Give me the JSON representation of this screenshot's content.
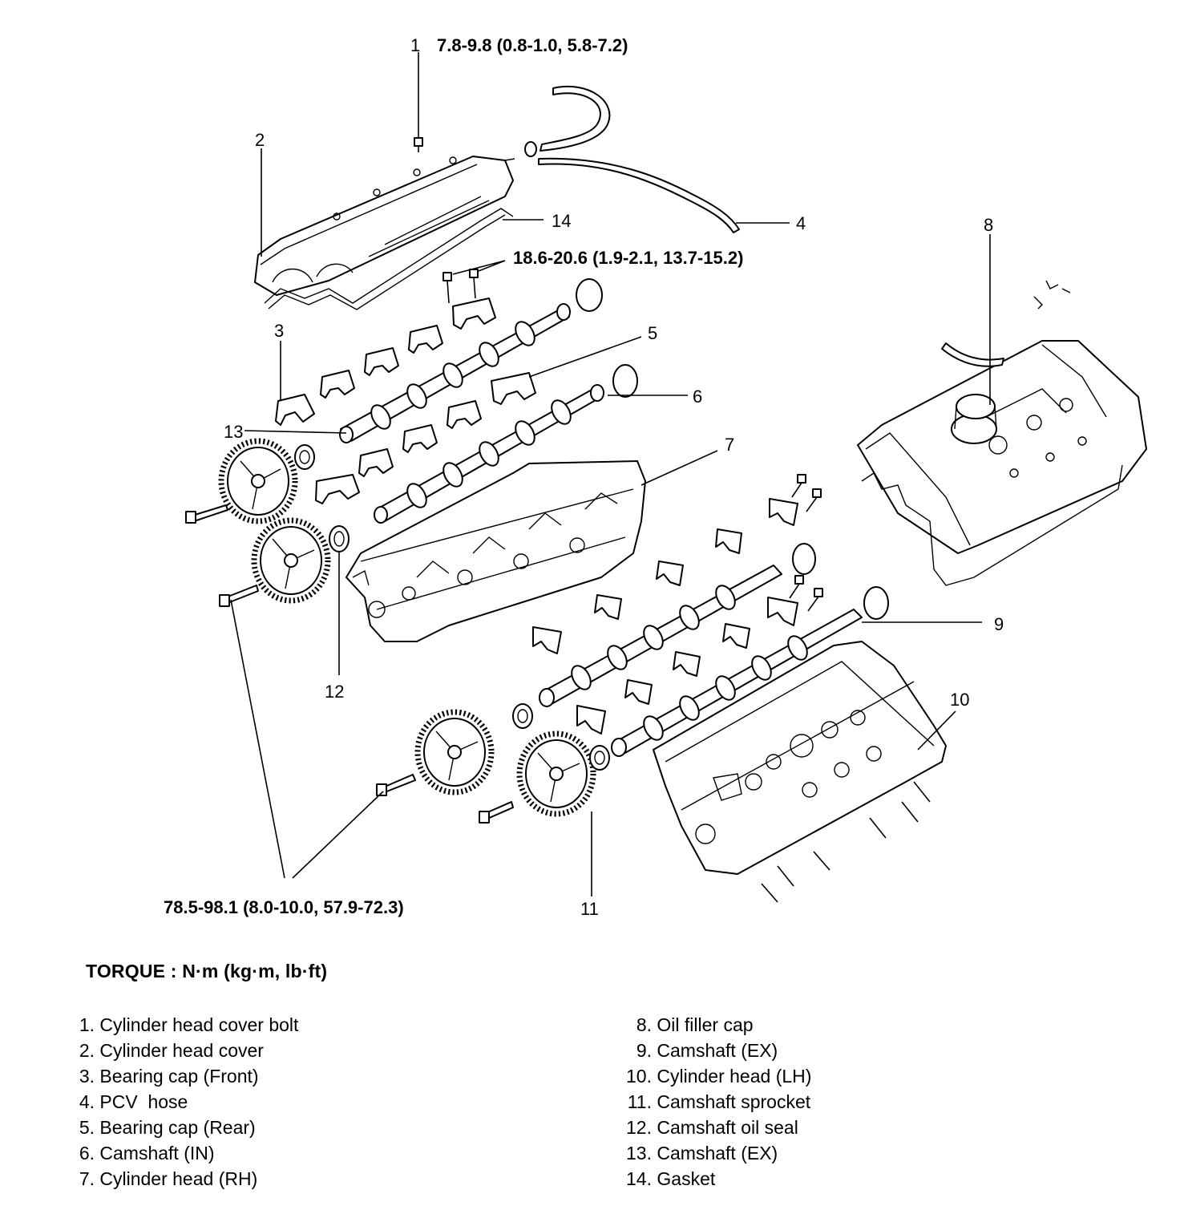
{
  "callouts": {
    "c1": "1",
    "c2": "2",
    "c3": "3",
    "c4": "4",
    "c5": "5",
    "c6": "6",
    "c7": "7",
    "c8": "8",
    "c9": "9",
    "c10": "10",
    "c11": "11",
    "c12": "12",
    "c13": "13",
    "c14": "14"
  },
  "torque_specs": {
    "cover_bolt": "7.8-9.8 (0.8-1.0, 5.8-7.2)",
    "bearing_cap": "18.6-20.6 (1.9-2.1, 13.7-15.2)",
    "sprocket_bolt": "78.5-98.1 (8.0-10.0, 57.9-72.3)"
  },
  "torque_title": "TORQUE : N·m (kg·m, lb·ft)",
  "legend": {
    "left": [
      {
        "num": "1.",
        "text": "Cylinder head cover bolt"
      },
      {
        "num": "2.",
        "text": "Cylinder head cover"
      },
      {
        "num": "3.",
        "text": "Bearing cap (Front)"
      },
      {
        "num": "4.",
        "text": "PCV  hose"
      },
      {
        "num": "5.",
        "text": "Bearing cap (Rear)"
      },
      {
        "num": "6.",
        "text": "Camshaft (IN)"
      },
      {
        "num": "7.",
        "text": "Cylinder head (RH)"
      }
    ],
    "right": [
      {
        "num": "8.",
        "text": "Oil filler cap"
      },
      {
        "num": "9.",
        "text": "Camshaft (EX)"
      },
      {
        "num": "10.",
        "text": "Cylinder head (LH)"
      },
      {
        "num": "11.",
        "text": "Camshaft sprocket"
      },
      {
        "num": "12.",
        "text": "Camshaft oil seal"
      },
      {
        "num": "13.",
        "text": "Camshaft (EX)"
      },
      {
        "num": "14.",
        "text": "Gasket"
      }
    ]
  }
}
